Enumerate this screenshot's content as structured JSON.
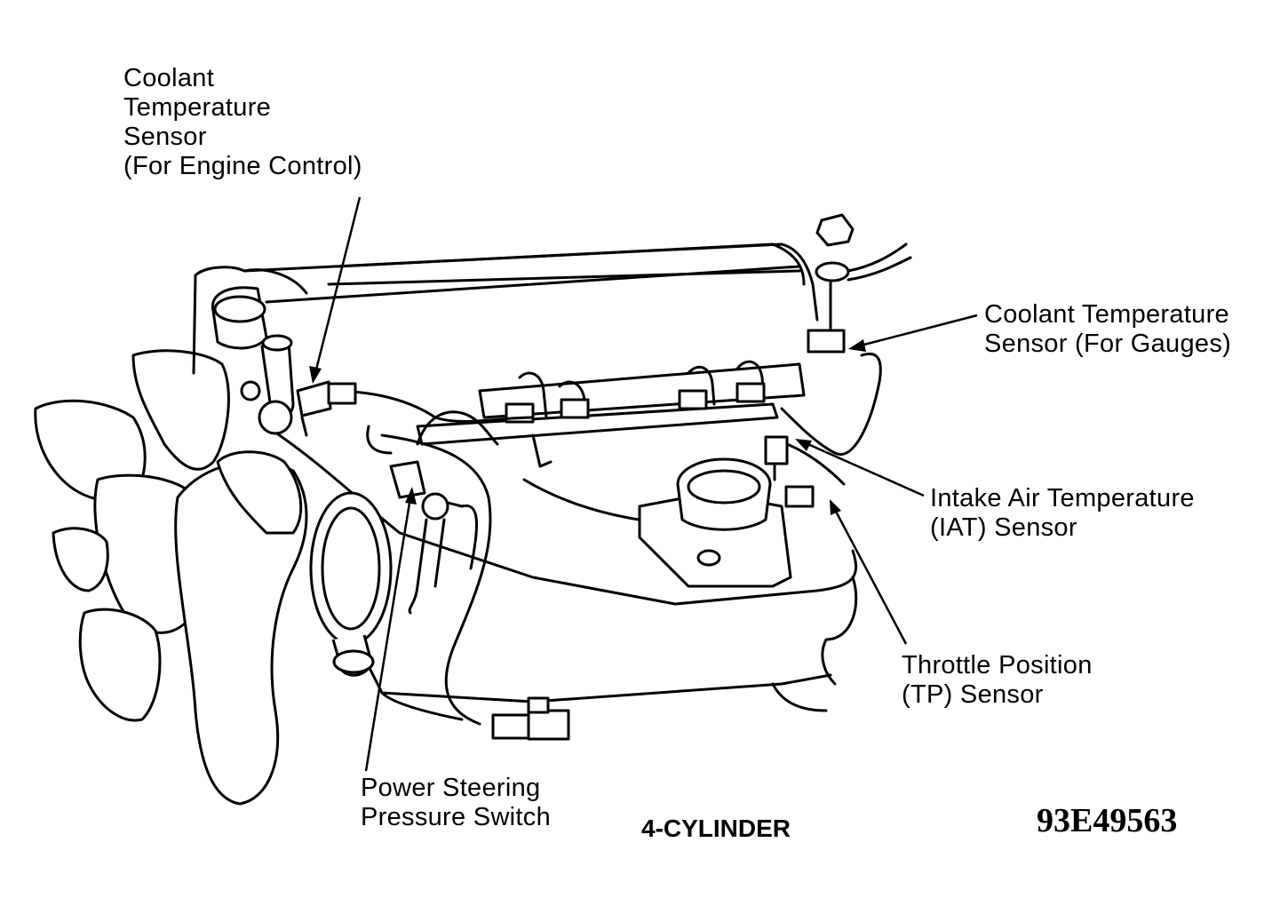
{
  "labels": {
    "coolant_engine": [
      "Coolant",
      "Temperature",
      "Sensor",
      "(For Engine Control)"
    ],
    "coolant_gauges": [
      "Coolant Temperature",
      "Sensor (For Gauges)"
    ],
    "iat": [
      "Intake Air Temperature",
      "(IAT) Sensor"
    ],
    "tp": [
      "Throttle Position",
      "(TP) Sensor"
    ],
    "ps_switch": [
      "Power Steering",
      "Pressure Switch"
    ]
  },
  "caption": "4-CYLINDER",
  "figure_id": "93E49563"
}
